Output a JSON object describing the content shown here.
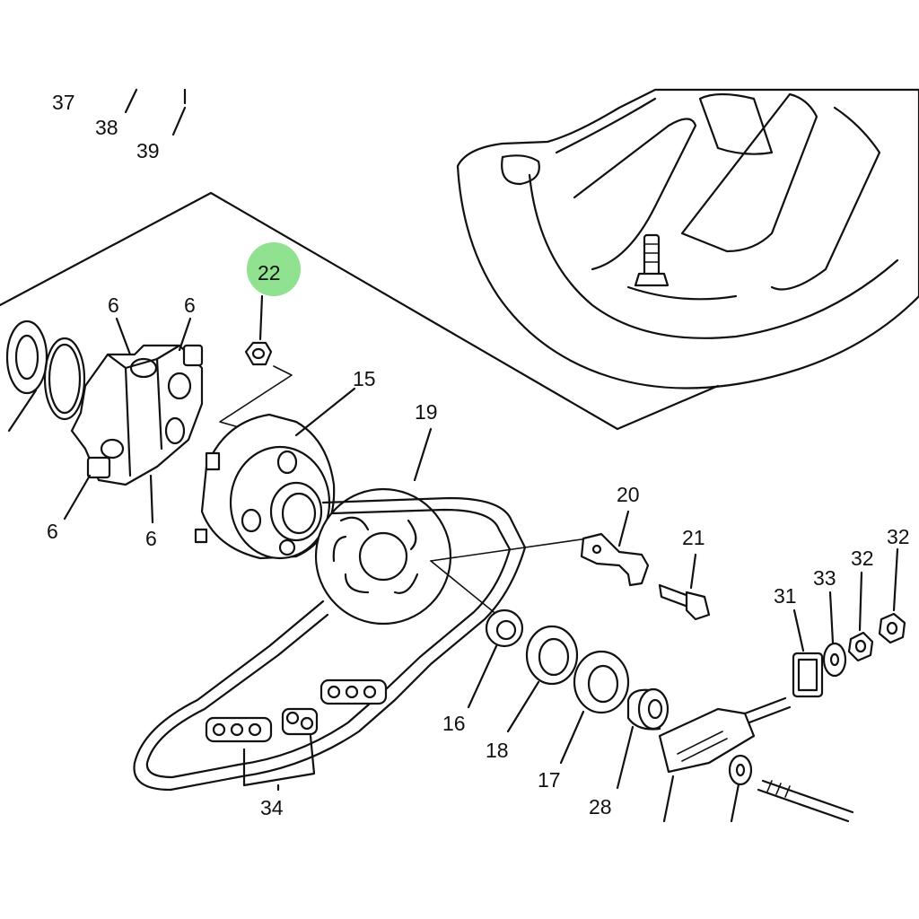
{
  "labels": {
    "c37": "37",
    "c38": "38",
    "c39": "39",
    "c22": "22",
    "c6a": "6",
    "c6b": "6",
    "c6c": "6",
    "c6d": "6",
    "c15": "15",
    "c19": "19",
    "c20": "20",
    "c21": "21",
    "c31": "31",
    "c33": "33",
    "c32": "32",
    "c32b": "32",
    "c16": "16",
    "c18": "18",
    "c17": "17",
    "c28": "28",
    "c34": "34"
  },
  "highlight": {
    "part": "22",
    "color": "#7ddc7d"
  }
}
